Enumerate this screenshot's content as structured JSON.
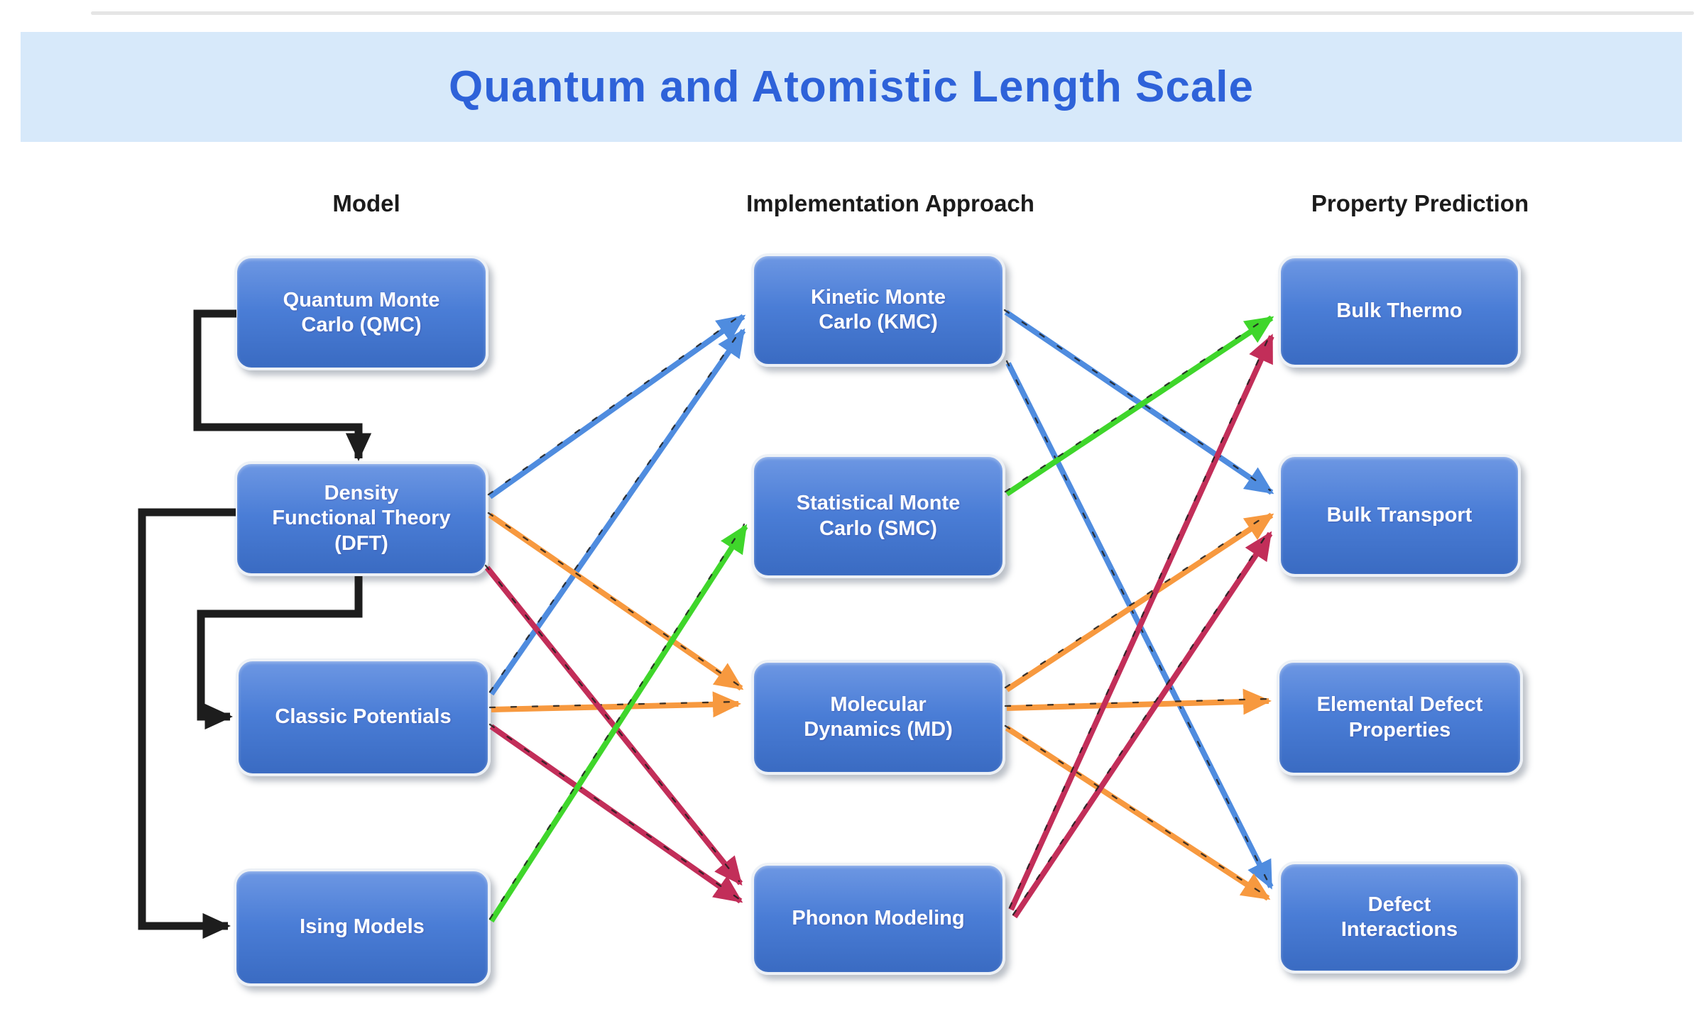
{
  "title": "Quantum and Atomistic Length Scale",
  "columns": [
    {
      "header": "Model",
      "nodes": [
        {
          "id": "qmc",
          "label": "Quantum Monte\nCarlo (QMC)"
        },
        {
          "id": "dft",
          "label": "Density\nFunctional Theory\n(DFT)"
        },
        {
          "id": "classic",
          "label": "Classic Potentials"
        },
        {
          "id": "ising",
          "label": "Ising Models"
        }
      ]
    },
    {
      "header": "Implementation Approach",
      "nodes": [
        {
          "id": "kmc",
          "label": "Kinetic Monte\nCarlo (KMC)"
        },
        {
          "id": "smc",
          "label": "Statistical Monte\nCarlo (SMC)"
        },
        {
          "id": "md",
          "label": "Molecular\nDynamics (MD)"
        },
        {
          "id": "phonon",
          "label": "Phonon Modeling"
        }
      ]
    },
    {
      "header": "Property Prediction",
      "nodes": [
        {
          "id": "thermo",
          "label": "Bulk Thermo"
        },
        {
          "id": "transport",
          "label": "Bulk Transport"
        },
        {
          "id": "elemental",
          "label": "Elemental Defect\nProperties"
        },
        {
          "id": "defect",
          "label": "Defect\nInteractions"
        }
      ]
    }
  ],
  "edges": [
    {
      "from": "qmc",
      "to": "dft",
      "color": "black"
    },
    {
      "from": "dft",
      "to": "classic",
      "color": "black"
    },
    {
      "from": "dft",
      "to": "ising",
      "color": "black"
    },
    {
      "from": "dft",
      "to": "kmc",
      "color": "blue"
    },
    {
      "from": "classic",
      "to": "kmc",
      "color": "blue"
    },
    {
      "from": "dft",
      "to": "md",
      "color": "orange"
    },
    {
      "from": "classic",
      "to": "md",
      "color": "orange"
    },
    {
      "from": "dft",
      "to": "phonon",
      "color": "crimson"
    },
    {
      "from": "classic",
      "to": "phonon",
      "color": "crimson"
    },
    {
      "from": "ising",
      "to": "smc",
      "color": "green"
    },
    {
      "from": "kmc",
      "to": "transport",
      "color": "blue"
    },
    {
      "from": "kmc",
      "to": "defect",
      "color": "blue"
    },
    {
      "from": "smc",
      "to": "thermo",
      "color": "green"
    },
    {
      "from": "md",
      "to": "transport",
      "color": "orange"
    },
    {
      "from": "md",
      "to": "elemental",
      "color": "orange"
    },
    {
      "from": "md",
      "to": "defect",
      "color": "orange"
    },
    {
      "from": "phonon",
      "to": "thermo",
      "color": "crimson"
    },
    {
      "from": "phonon",
      "to": "transport",
      "color": "crimson"
    }
  ],
  "colors": {
    "blue": "#4f8cdf",
    "orange": "#f7993f",
    "green": "#3fd62b",
    "crimson": "#c22e59",
    "black": "#1d1d1d",
    "banner_bg": "#d7e9fa",
    "title_text": "#2e62d9",
    "header_text": "#1b1b1b",
    "node_fill_top": "#6d97e3",
    "node_fill_bottom": "#3a6bc2"
  }
}
